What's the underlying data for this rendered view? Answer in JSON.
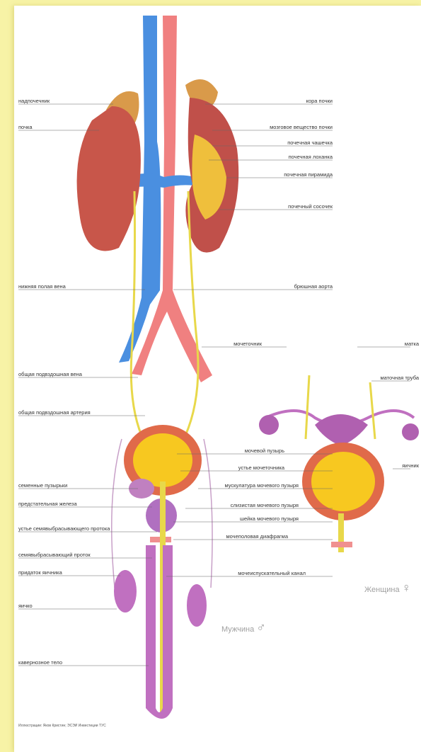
{
  "labels_left": {
    "adrenal": "надпочечник",
    "kidney": "почка",
    "ivc": "нижняя полая вена",
    "iliac_vein": "общая подвздошная вена",
    "iliac_artery": "общая подвздошная артерия",
    "seminal_vesicles": "семенные пузырьки",
    "prostate": "предстательная железа",
    "ejac_orifice": "устье семявыбрасывающего протока",
    "ejac_duct": "семявыбрасывающий проток",
    "epididymis": "придаток яичника",
    "testis": "яичко",
    "cavernous": "кавернозное тело"
  },
  "labels_right": {
    "cortex": "кора почки",
    "medulla": "мозговое вещество почки",
    "calyx": "почечная чашечка",
    "pelvis": "почечная лоханка",
    "pyramid": "почечная пирамида",
    "papilla": "почечный сосочек",
    "aorta": "брюшная аорта",
    "ureter": "мочеточник",
    "uterus": "матка",
    "tube": "маточная труба",
    "ovary": "яичник"
  },
  "labels_center": {
    "bladder": "мочевой пузырь",
    "ureter_orifice": "устье мочеточника",
    "bladder_muscle": "мускулатура мочевого пузыря",
    "bladder_mucosa": "слизистая мочевого пузыря",
    "bladder_neck": "шейка мочевого пузыря",
    "diaphragm": "мочеполовая диафрагма",
    "urethra": "мочеиспускательный канал"
  },
  "gender": {
    "male": "Мужчина",
    "female": "Женщина",
    "male_symbol": "♂",
    "female_symbol": "♀"
  },
  "credit": "Иллюстрации: Яков Кристин; ЭСЭИ Инвестиции ТУС",
  "colors": {
    "vein": "#4a8fe0",
    "artery": "#f08080",
    "kidney": "#c8564a",
    "urine": "#f7d23a",
    "ureter": "#e8d84a",
    "organ": "#c070c0"
  }
}
